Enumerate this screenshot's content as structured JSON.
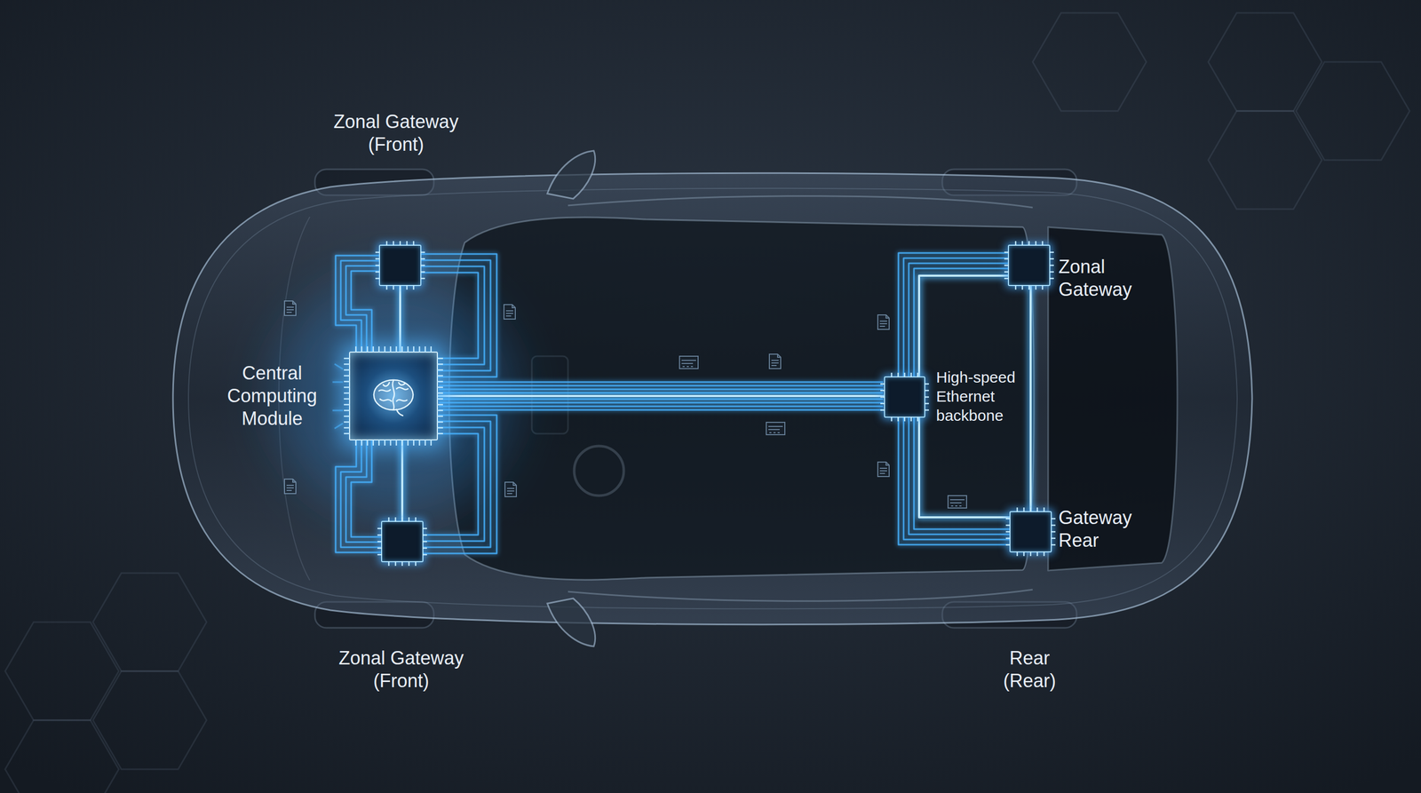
{
  "diagram": {
    "nodes": [
      {
        "text": [
          "Zonal Gateway (Front)"
        ]
      },
      {
        "text": [
          "Central Computing Module"
        ]
      },
      {
        "text": [
          "Zonal Gateway (Front)"
        ]
      },
      {
        "text": [
          "High-speed Ethernet backbone"
        ]
      },
      {
        "text": [
          "Zonal Gateway"
        ]
      },
      {
        "text": [
          "Gateway Rear"
        ]
      }
    ],
    "edges": [
      {
        "from": 1,
        "to": 0,
        "arrow": "none"
      },
      {
        "from": 1,
        "to": 2,
        "arrow": "none"
      },
      {
        "from": 1,
        "to": 3,
        "arrow": "none"
      },
      {
        "from": 3,
        "to": 4,
        "arrow": "none"
      },
      {
        "from": 3,
        "to": 5,
        "arrow": "none"
      },
      {
        "from": 4,
        "to": 5,
        "arrow": "none"
      }
    ],
    "labels": [
      "Rear (Rear)"
    ]
  }
}
